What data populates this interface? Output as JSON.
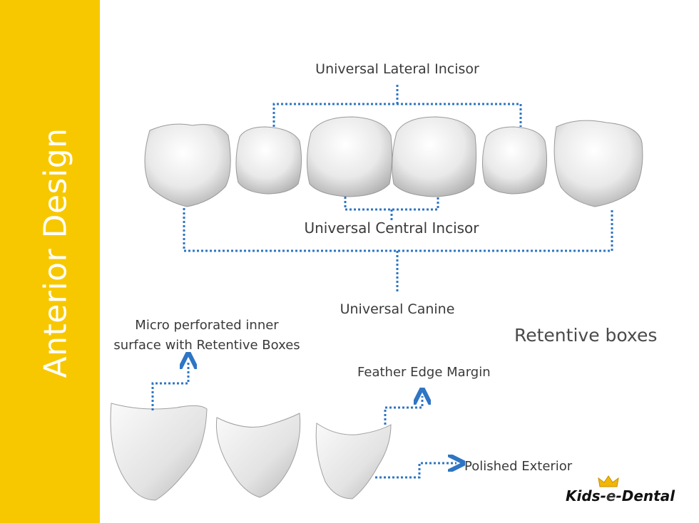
{
  "sidebar": {
    "title": "Anterior Design",
    "color": "#f7c800"
  },
  "labels": {
    "lateral_incisor": "Universal Lateral Incisor",
    "central_incisor": "Universal Central Incisor",
    "canine": "Universal Canine",
    "retentive_boxes": "Retentive boxes",
    "micro_line1": "Micro perforated inner",
    "micro_line2": "surface with Retentive Boxes",
    "feather_edge": "Feather Edge Margin",
    "polished_exterior": "Polished Exterior"
  },
  "logo": {
    "part1": "Kids-",
    "part2": "e",
    "part3": "-Dental"
  },
  "colors": {
    "connector": "#2e75c4",
    "accent": "#f7c800"
  }
}
